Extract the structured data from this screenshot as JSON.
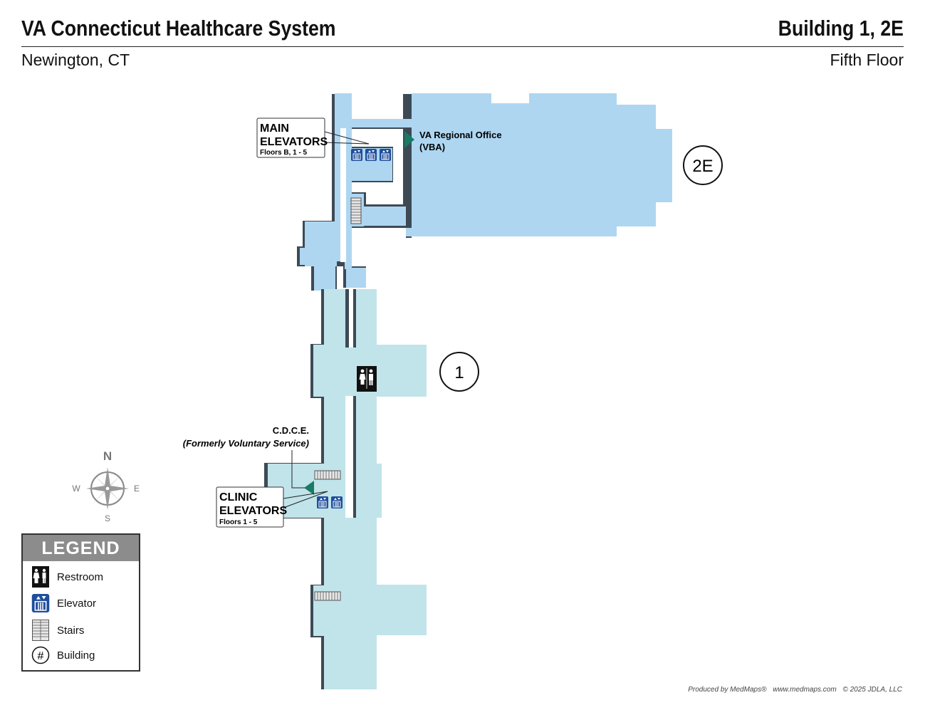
{
  "header": {
    "title": "VA Connecticut Healthcare System",
    "location": "Newington, CT",
    "building": "Building 1, 2E",
    "floor": "Fifth Floor"
  },
  "building_markers": [
    {
      "label": "2E"
    },
    {
      "label": "1"
    }
  ],
  "callouts": {
    "main_elevators": {
      "line1": "MAIN",
      "line2": "ELEVATORS",
      "floors": "Floors B, 1 - 5"
    },
    "clinic_elevators": {
      "line1": "CLINIC",
      "line2": "ELEVATORS",
      "floors": "Floors 1 - 5"
    }
  },
  "destinations": {
    "vba": {
      "line1": "VA Regional Office",
      "line2": "(VBA)"
    },
    "cdce": {
      "line1": "C.D.C.E.",
      "line2": "(Formerly Voluntary Service)"
    }
  },
  "compass": {
    "n": "N",
    "s": "S",
    "e": "E",
    "w": "W"
  },
  "legend": {
    "title": "LEGEND",
    "items": [
      {
        "label": "Restroom",
        "icon": "restroom-icon"
      },
      {
        "label": "Elevator",
        "icon": "elevator-icon"
      },
      {
        "label": "Stairs",
        "icon": "stairs-icon"
      },
      {
        "label": "Building",
        "icon": "building-number-icon",
        "symbol": "#"
      }
    ]
  },
  "footer": {
    "produced_by": "Produced by MedMaps®",
    "site": "www.medmaps.com",
    "copyright": "© 2025 JDLA, LLC"
  },
  "colors": {
    "building_2e": "#aed6f1",
    "building_1": "#c0e4ea",
    "wall_shadow": "#3d4a55",
    "elevator_blue": "#1f4e9c",
    "pointer_green": "#1a7a63"
  }
}
